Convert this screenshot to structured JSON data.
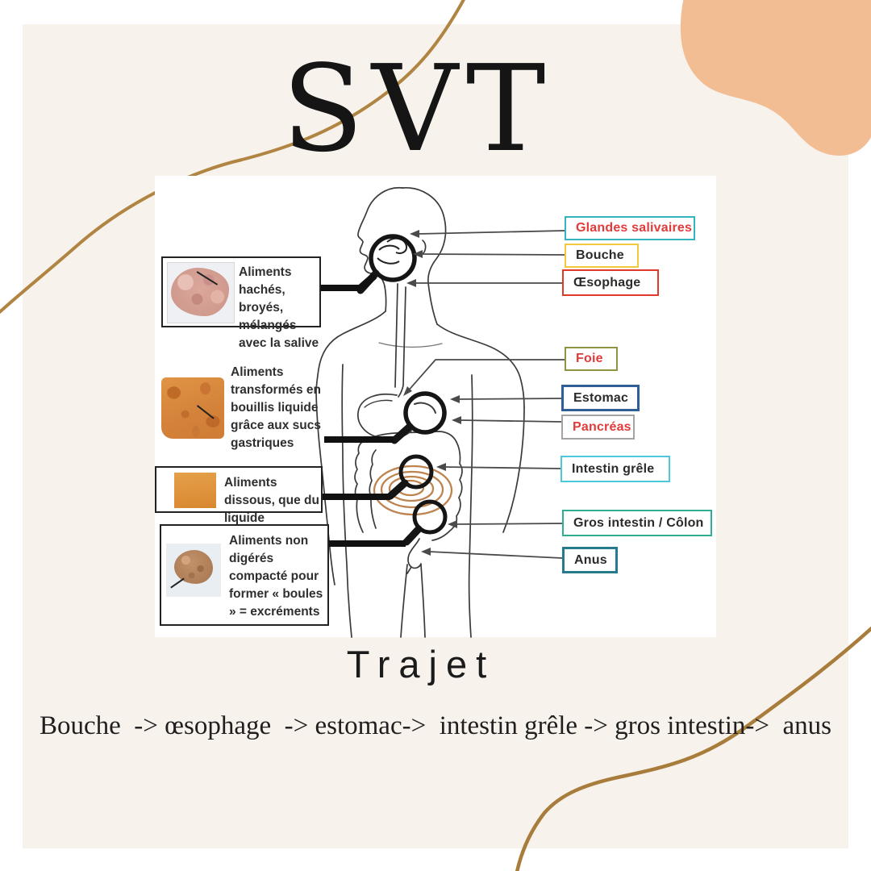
{
  "title": "SVT",
  "subtitle": "Trajet",
  "route_text": "Bouche  -> œsophage  -> estomac->  intestin grêle -> gros intestin->  anus",
  "colors": {
    "panel_bg": "#f7f2ec",
    "peach_blob": "#f3bd94",
    "gold_curve": "#b08441",
    "diagram_bg": "#ffffff",
    "red_label_text": "#e23b3b",
    "dark_label_text": "#2b2b2b"
  },
  "notes": [
    {
      "text": "Aliments hachés, broyés, mélangés avec la salive",
      "image": "minced-food-photo"
    },
    {
      "text": "Aliments transformés en bouillis liquide grâce aux sucs gastriques",
      "image": "liquid-mash-photo"
    },
    {
      "text": "Aliments dissous, que du liquide",
      "image": "orange-liquid-photo"
    },
    {
      "text": "Aliments non digérés compacté pour former « boules » = excréments",
      "image": "stool-photo"
    }
  ],
  "organ_labels": [
    {
      "label": "Glandes salivaires",
      "border": "#35b4bf",
      "color": "#e23b3b"
    },
    {
      "label": "Bouche",
      "border": "#f2c83e",
      "color": "#2b2b2b"
    },
    {
      "label": "Œsophage",
      "border": "#e0392a",
      "color": "#2b2b2b"
    },
    {
      "label": "Foie",
      "border": "#8f9440",
      "color": "#e23b3b"
    },
    {
      "label": "Estomac",
      "border": "#2f5f96",
      "color": "#2b2b2b"
    },
    {
      "label": "Pancréas",
      "border": "#a3a3a3",
      "color": "#e23b3b"
    },
    {
      "label": "Intestin grêle",
      "border": "#4cc9dc",
      "color": "#2b2b2b"
    },
    {
      "label": "Gros intestin / Côlon",
      "border": "#2fae93",
      "color": "#2b2b2b"
    },
    {
      "label": "Anus",
      "border": "#257a8e",
      "color": "#2b2b2b"
    }
  ]
}
